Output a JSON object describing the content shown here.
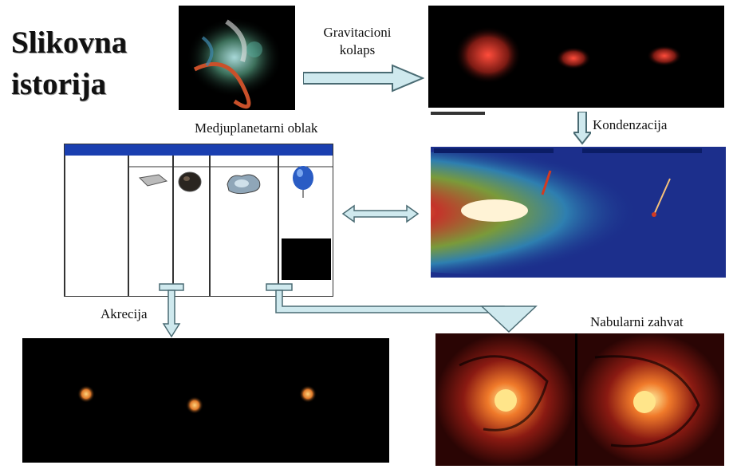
{
  "title": {
    "line1": "Slikovna",
    "line2": "istorija"
  },
  "labels": {
    "gravity": "Gravitacioni\nkolaps",
    "interplanetary": "Medjuplanetarni oblak",
    "condensation": "Kondenzacija",
    "accretion": "Akrecija",
    "nebular": "Nabularni zahvat"
  },
  "colors": {
    "arrow_fill": "#cfe9ee",
    "arrow_stroke": "#4a6b73",
    "table_header": "#1a3fb0",
    "disk_bg": "#1c2f8c",
    "protostar": "#d33a21",
    "glow": "#f6a03a"
  },
  "icons": {
    "table_items": [
      "rock-slab-icon",
      "dark-asteroid-icon",
      "icy-chunk-icon",
      "blue-balloon-icon"
    ]
  }
}
